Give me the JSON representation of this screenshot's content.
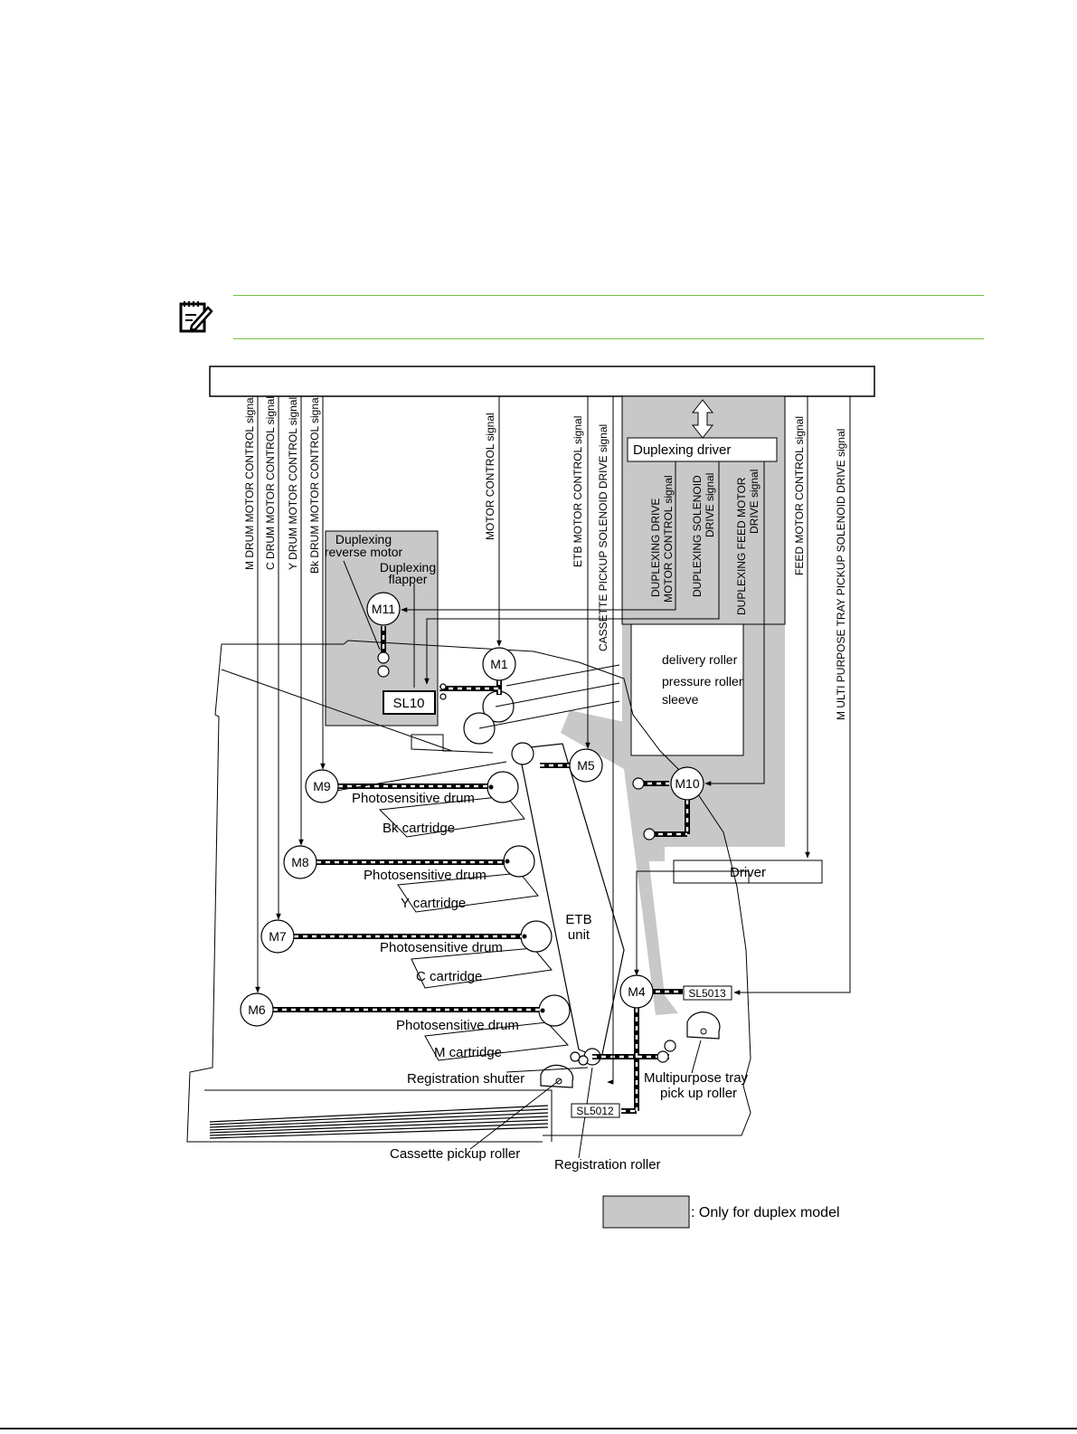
{
  "note": {
    "icon": "note-pencil-icon",
    "accent_color": "#7ac143"
  },
  "diagram": {
    "duplex_fill": "#c8c8c8",
    "signals": {
      "m_drum": "M DRUM MOTOR CONTROL signal",
      "c_drum": "C DRUM MOTOR CONTROL signal",
      "y_drum": "Y DRUM MOTOR CONTROL signal",
      "bk_drum": "Bk DRUM MOTOR CONTROL signal",
      "motor": "MOTOR CONTROL signal",
      "etb": "ETB MOTOR CONTROL signal",
      "cassette": "CASSETTE PICKUP SOLENOID DRIVE signal",
      "feed": "FEED MOTOR CONTROL signal",
      "mp_tray": "M ULTI PURPOSE TRAY PICKUP SOLENOID DRIVE signal",
      "dup_drive_1": "DUPLEXING DRIVE",
      "dup_drive_2": "MOTOR CONTROL signal",
      "dup_sol_1": "DUPLEXING SOLENOID",
      "dup_sol_2": "DRIVE signal",
      "dup_feed_1": "DUPLEXING FEED MOTOR",
      "dup_feed_2": "DRIVE signal"
    },
    "duplexing_driver": "Duplexing driver",
    "driver": "Driver",
    "motors": {
      "m1": "M1",
      "m4": "M4",
      "m5": "M5",
      "m6": "M6",
      "m7": "M7",
      "m8": "M8",
      "m9": "M9",
      "m10": "M10",
      "m11": "M11"
    },
    "solenoids": {
      "sl10": "SL10",
      "sl5012": "SL5012",
      "sl5013": "SL5013"
    },
    "labels": {
      "dup_reverse_1": "Duplexing",
      "dup_reverse_2": "reverse motor",
      "dup_flapper_1": "Duplexing",
      "dup_flapper_2": "flapper",
      "delivery_roller": "delivery roller",
      "pressure_roller": "pressure roller",
      "sleeve": "sleeve",
      "photosensitive_drum": "Photosensitive drum",
      "bk_cartridge": "Bk cartridge",
      "y_cartridge": "Y cartridge",
      "c_cartridge": "C cartridge",
      "m_cartridge": "M cartridge",
      "etb_1": "ETB",
      "etb_2": "unit",
      "registration_shutter": "Registration shutter",
      "mp_roller_1": "Multipurpose tray",
      "mp_roller_2": "pick up roller",
      "cassette_roller": "Cassette pickup roller",
      "registration_roller": "Registration roller"
    },
    "legend_label": ": Only for duplex model"
  }
}
